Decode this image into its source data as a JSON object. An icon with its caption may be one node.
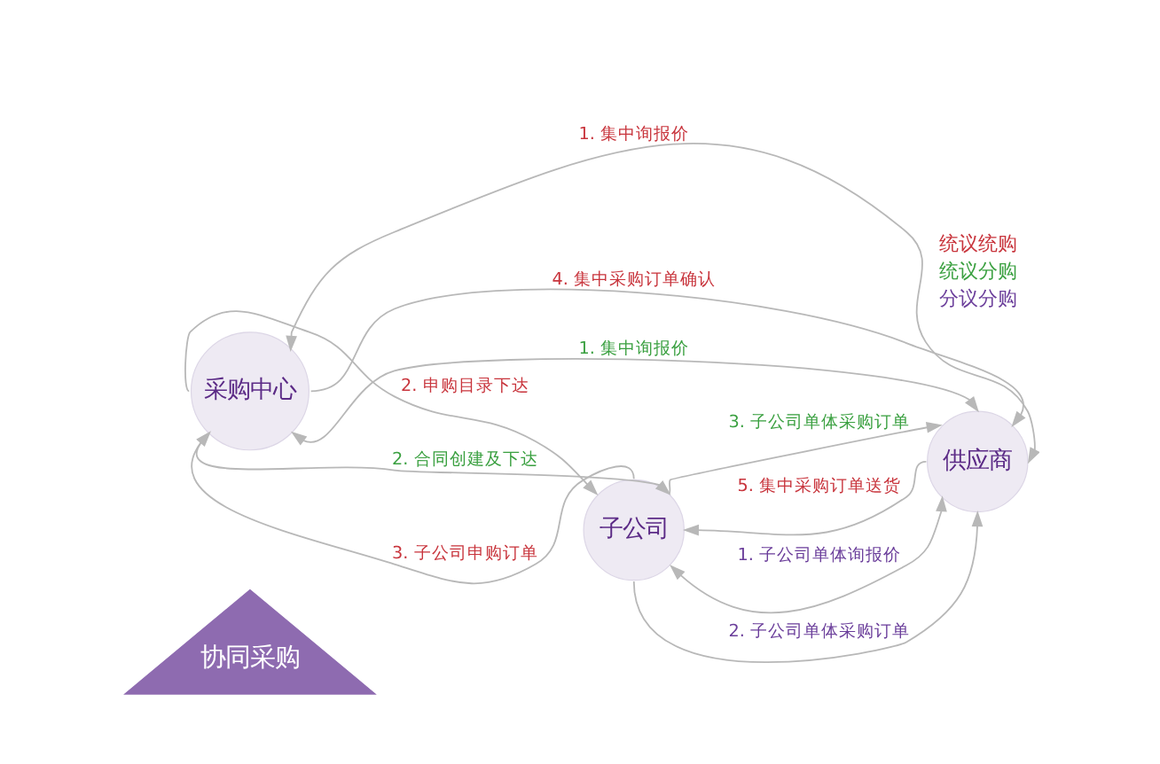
{
  "diagram": {
    "nodes": [
      {
        "text": [
          "采购中心"
        ]
      },
      {
        "text": [
          "子公司"
        ]
      },
      {
        "text": [
          "供应商"
        ]
      },
      {
        "text": [
          "协同采购"
        ]
      }
    ],
    "edges": [
      {
        "from": 0,
        "to": 1,
        "arrow": "to",
        "label": "2. 申购目录下达"
      },
      {
        "from": 1,
        "to": 0,
        "arrow": "to",
        "label": "3. 子公司申购订单"
      },
      {
        "from": 0,
        "to": 1,
        "arrow": "to",
        "label": "2. 合同创建及下达"
      },
      {
        "from": 0,
        "to": 2,
        "arrow": "both",
        "label": "1. 集中询报价"
      },
      {
        "from": 0,
        "to": 2,
        "arrow": "to",
        "label": "4. 集中采购订单确认"
      },
      {
        "from": 0,
        "to": 2,
        "arrow": "both",
        "label": "1. 集中询报价"
      },
      {
        "from": 1,
        "to": 2,
        "arrow": "to",
        "label": "3. 子公司单体采购订单"
      },
      {
        "from": 2,
        "to": 1,
        "arrow": "to",
        "label": "5. 集中采购订单送货"
      },
      {
        "from": 1,
        "to": 2,
        "arrow": "both",
        "label": "1. 子公司单体询报价"
      },
      {
        "from": 1,
        "to": 2,
        "arrow": "to",
        "label": "2. 子公司单体采购订单"
      }
    ],
    "legend": [
      {
        "text": "统议统购"
      },
      {
        "text": "统议分购"
      },
      {
        "text": "分议分购"
      }
    ]
  }
}
